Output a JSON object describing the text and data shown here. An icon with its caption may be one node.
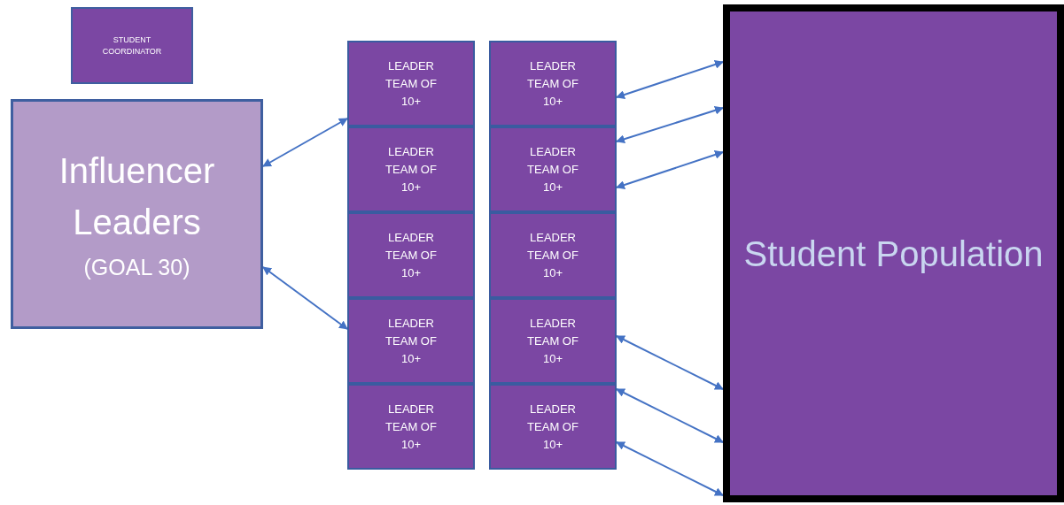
{
  "diagram": {
    "nodes": [
      {
        "text": [
          "STUDENT COORDINATOR"
        ]
      },
      {
        "text": [
          "Influencer Leaders",
          "(GOAL 30)"
        ]
      },
      {
        "text": [
          "LEADER TEAM OF 10+"
        ]
      },
      {
        "text": [
          "LEADER TEAM OF 10+"
        ]
      },
      {
        "text": [
          "LEADER TEAM OF 10+"
        ]
      },
      {
        "text": [
          "LEADER TEAM OF 10+"
        ]
      },
      {
        "text": [
          "LEADER TEAM OF 10+"
        ]
      },
      {
        "text": [
          "LEADER TEAM OF 10+"
        ]
      },
      {
        "text": [
          "LEADER TEAM OF 10+"
        ]
      },
      {
        "text": [
          "LEADER TEAM OF 10+"
        ]
      },
      {
        "text": [
          "LEADER TEAM OF 10+"
        ]
      },
      {
        "text": [
          "LEADER TEAM OF 10+"
        ]
      },
      {
        "text": [
          "Student Population"
        ]
      }
    ],
    "edges": [
      {
        "from": 1,
        "to": 2,
        "arrow": "both"
      },
      {
        "from": 1,
        "to": 5,
        "arrow": "both"
      },
      {
        "from": 7,
        "to": 12,
        "arrow": "both"
      },
      {
        "from": 8,
        "to": 12,
        "arrow": "both"
      },
      {
        "from": 8,
        "to": 12,
        "arrow": "both"
      },
      {
        "from": 10,
        "to": 12,
        "arrow": "both"
      },
      {
        "from": 11,
        "to": 12,
        "arrow": "both"
      },
      {
        "from": 11,
        "to": 12,
        "arrow": "both"
      }
    ]
  }
}
